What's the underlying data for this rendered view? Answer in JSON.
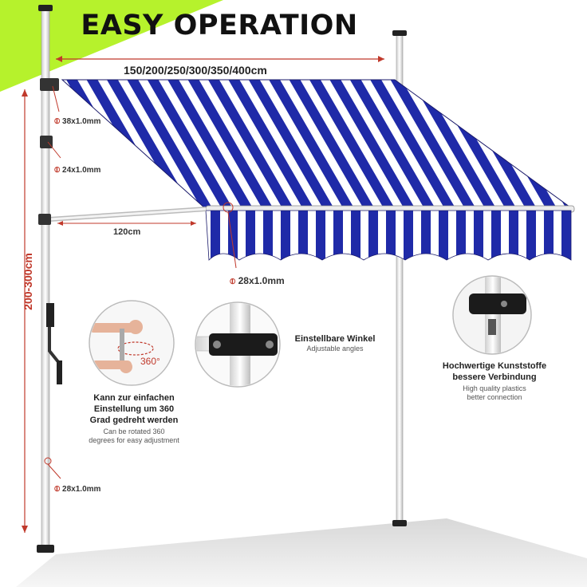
{
  "title": "EASY OPERATION",
  "dimensions": {
    "width_range": "150/200/250/300/350/400cm",
    "arm_length": "120cm",
    "height_range": "200-300cm"
  },
  "pipes": {
    "top": "38x1.0mm",
    "upper": "24x1.0mm",
    "front": "28x1.0mm",
    "bottom": "28x1.0mm",
    "symbol": "⦶"
  },
  "features": {
    "rotate": {
      "badge": "360°",
      "de": [
        "Kann zur einfachen",
        "Einstellung um 360",
        "Grad gedreht werden"
      ],
      "en": [
        "Can be rotated 360",
        "degrees for easy adjustment"
      ]
    },
    "angles": {
      "de": "Einstellbare Winkel",
      "en": "Adjustable angles"
    },
    "plastics": {
      "de": [
        "Hochwertige Kunststoffe",
        "bessere Verbindung"
      ],
      "en": [
        "High quality plastics",
        "better connection"
      ]
    }
  },
  "colors": {
    "stripe_blue": "#1f2aa8",
    "stripe_white": "#ffffff",
    "accent_green": "#b6f22c",
    "dimension_red": "#c0392b",
    "pole": "#e8e8e8"
  }
}
